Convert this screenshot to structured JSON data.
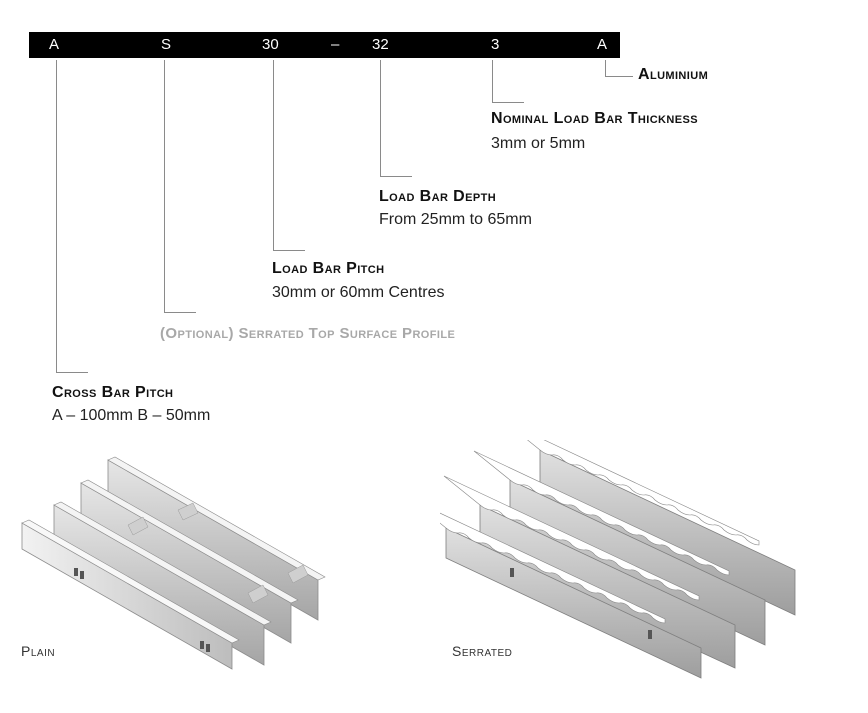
{
  "code": {
    "segments": [
      "A",
      "S",
      "30",
      "–",
      "32",
      "3",
      "A"
    ]
  },
  "labels": {
    "material": {
      "title": "Aluminium"
    },
    "thickness": {
      "title": "Nominal Load Bar Thickness",
      "detail": "3mm or 5mm"
    },
    "depth": {
      "title": "Load Bar Depth",
      "detail": "From 25mm to 65mm"
    },
    "pitch": {
      "title": "Load Bar Pitch",
      "detail": "30mm or 60mm Centres"
    },
    "serrated": {
      "title": "(Optional) Serrated Top Surface Profile"
    },
    "cross": {
      "title": "Cross Bar Pitch",
      "detail": "A – 100mm B – 50mm"
    }
  },
  "images": {
    "plain": {
      "caption": "Plain"
    },
    "serrated": {
      "caption": "Serrated"
    }
  },
  "colors": {
    "code_bar": "#000000",
    "leader_line": "#8a8a8a",
    "optional_text": "#a8a8a8",
    "aluminium_light": "#d9d9d9",
    "aluminium_dark": "#9a9a9a"
  }
}
